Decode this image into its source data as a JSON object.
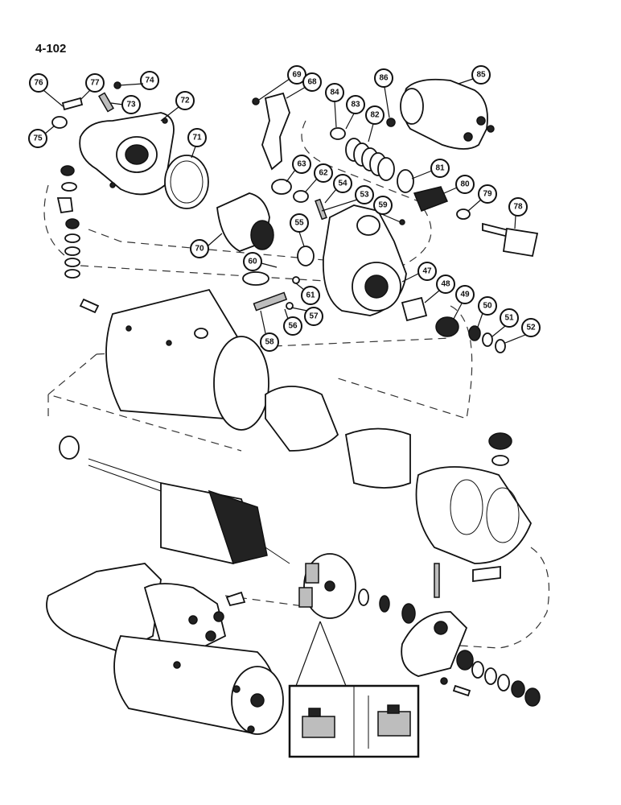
{
  "page_number": "4-102",
  "callouts": [
    "76",
    "77",
    "74",
    "73",
    "75",
    "72",
    "71",
    "69",
    "68",
    "84",
    "83",
    "86",
    "85",
    "82",
    "81",
    "63",
    "62",
    "54",
    "53",
    "59",
    "80",
    "79",
    "78",
    "70",
    "55",
    "60",
    "61",
    "57",
    "56",
    "58",
    "47",
    "48",
    "49",
    "50",
    "51",
    "52"
  ]
}
